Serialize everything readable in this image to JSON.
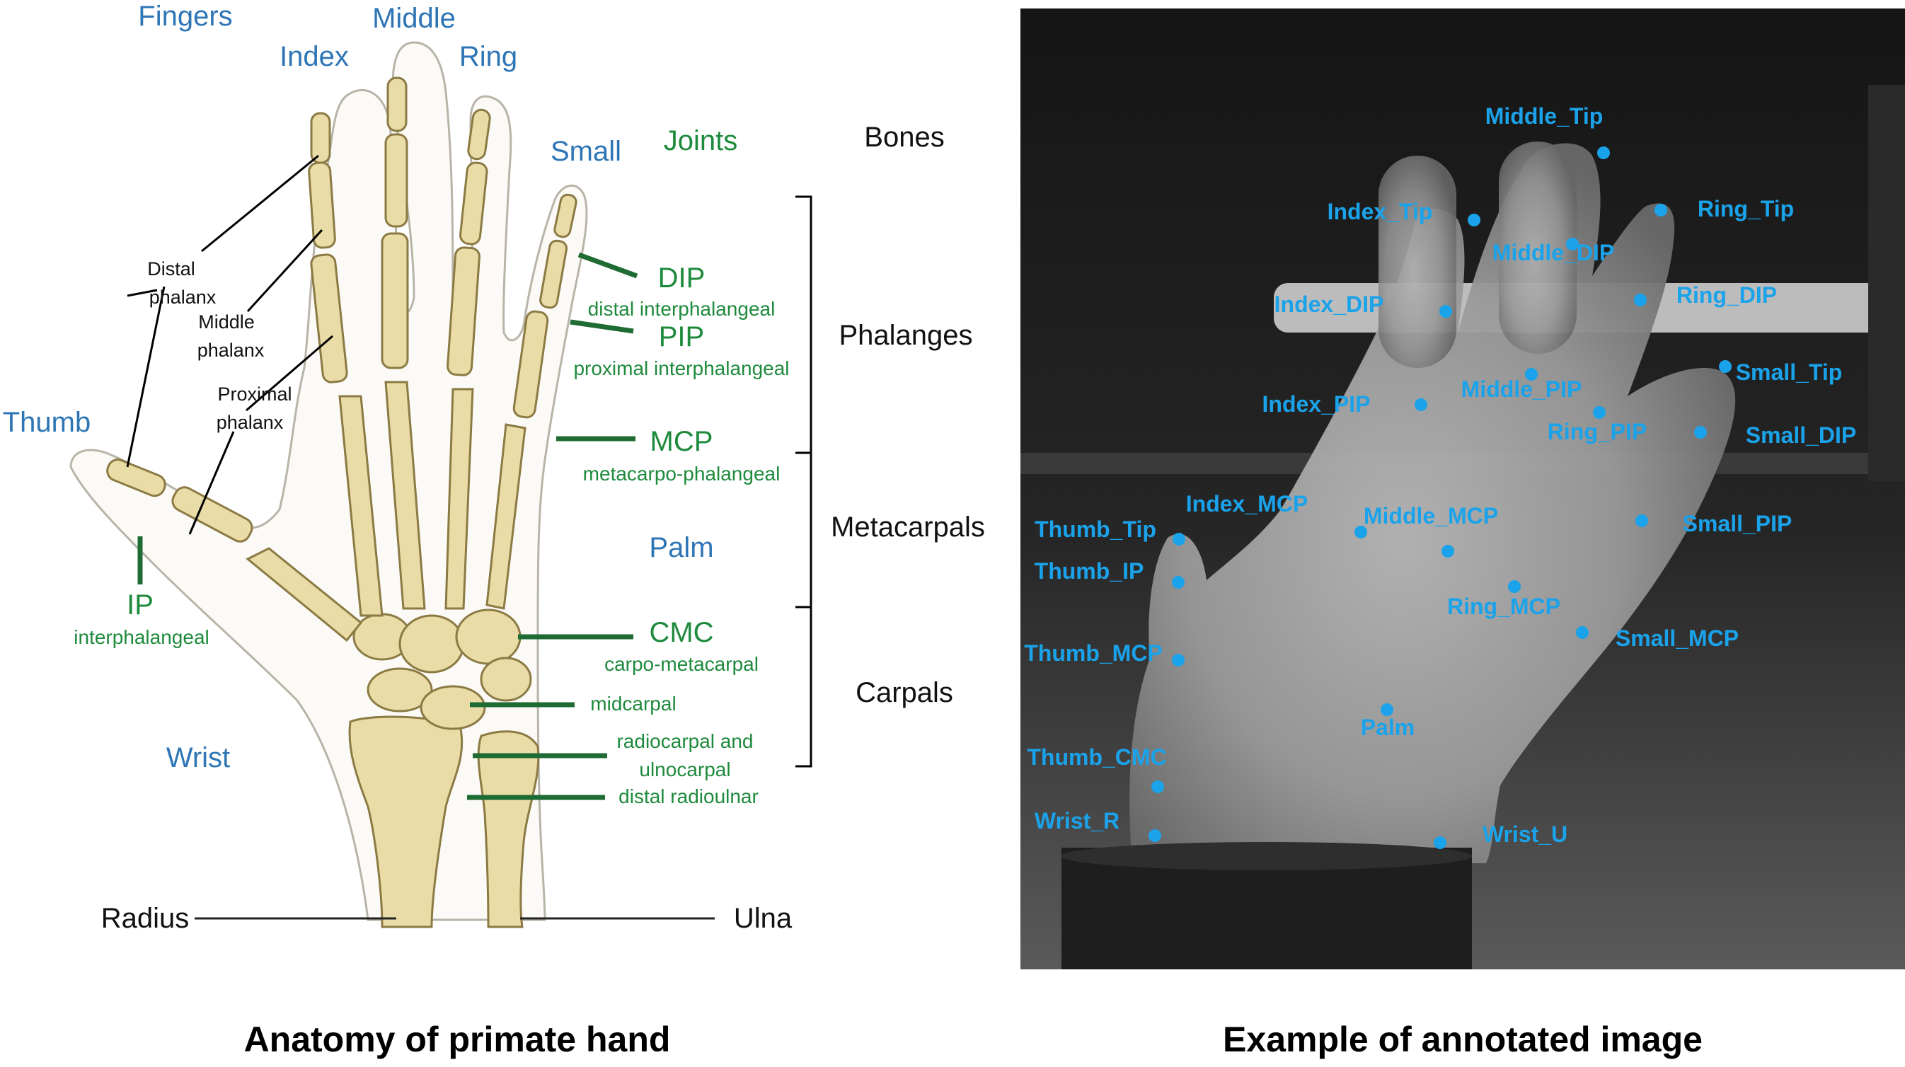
{
  "anatomy": {
    "fingers_heading": "Fingers",
    "fingers": {
      "index": "Index",
      "middle": "Middle",
      "ring": "Ring",
      "small": "Small",
      "thumb": "Thumb"
    },
    "region_labels": {
      "palm": "Palm",
      "wrist": "Wrist"
    },
    "bone_labels": {
      "distal_line1": "Distal",
      "distal_line2": "phalanx",
      "middle_line1": "Middle",
      "middle_line2": "phalanx",
      "proximal_line1": "Proximal",
      "proximal_line2": "phalanx"
    },
    "joints_heading": "Joints",
    "joints": {
      "dip_abbr": "DIP",
      "dip_name": "distal interphalangeal",
      "pip_abbr": "PIP",
      "pip_name": "proximal interphalangeal",
      "mcp_abbr": "MCP",
      "mcp_name": "metacarpo-phalangeal",
      "ip_abbr": "IP",
      "ip_name": "interphalangeal",
      "cmc_abbr": "CMC",
      "cmc_name": "carpo-metacarpal",
      "midcarpal": "midcarpal",
      "radiocarpal_line1": "radiocarpal and",
      "radiocarpal_line2": "ulnocarpal",
      "distal_radioulnar": "distal radioulnar"
    },
    "bones_heading": "Bones",
    "bones": {
      "phalanges": "Phalanges",
      "metacarpals": "Metacarpals",
      "carpals": "Carpals"
    },
    "forearm": {
      "radius": "Radius",
      "ulna": "Ulna"
    },
    "caption": "Anatomy of primate hand"
  },
  "annotated": {
    "keypoints": [
      {
        "id": "middle_tip",
        "label": "Middle_Tip"
      },
      {
        "id": "index_tip",
        "label": "Index_Tip"
      },
      {
        "id": "ring_tip",
        "label": "Ring_Tip"
      },
      {
        "id": "middle_dip",
        "label": "Middle_DIP"
      },
      {
        "id": "index_dip",
        "label": "Index_DIP"
      },
      {
        "id": "ring_dip",
        "label": "Ring_DIP"
      },
      {
        "id": "small_tip",
        "label": "Small_Tip"
      },
      {
        "id": "index_pip",
        "label": "Index_PIP"
      },
      {
        "id": "middle_pip",
        "label": "Middle_PIP"
      },
      {
        "id": "ring_pip",
        "label": "Ring_PIP"
      },
      {
        "id": "small_dip",
        "label": "Small_DIP"
      },
      {
        "id": "index_mcp",
        "label": "Index_MCP"
      },
      {
        "id": "middle_mcp",
        "label": "Middle_MCP"
      },
      {
        "id": "thumb_tip",
        "label": "Thumb_Tip"
      },
      {
        "id": "small_pip",
        "label": "Small_PIP"
      },
      {
        "id": "thumb_ip",
        "label": "Thumb_IP"
      },
      {
        "id": "ring_mcp",
        "label": "Ring_MCP"
      },
      {
        "id": "small_mcp",
        "label": "Small_MCP"
      },
      {
        "id": "thumb_mcp",
        "label": "Thumb_MCP"
      },
      {
        "id": "palm",
        "label": "Palm"
      },
      {
        "id": "thumb_cmc",
        "label": "Thumb_CMC"
      },
      {
        "id": "wrist_r",
        "label": "Wrist_R"
      },
      {
        "id": "wrist_u",
        "label": "Wrist_U"
      }
    ],
    "caption": "Example of annotated image"
  },
  "colors": {
    "finger_blue": "#2e75b6",
    "joint_green": "#1e8a3c",
    "keypoint_cyan": "#1aa3ea",
    "bone_fill": "#e9dca6",
    "photo_bg": "#1c1c1c"
  }
}
